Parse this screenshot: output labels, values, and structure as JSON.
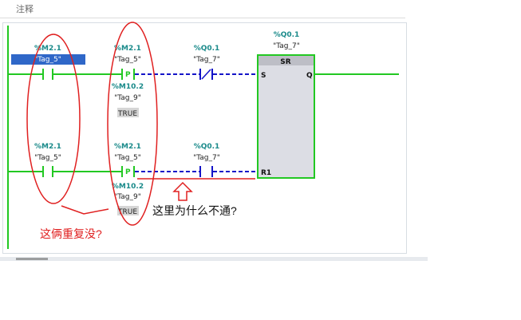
{
  "header": {
    "label": "注释"
  },
  "colors": {
    "power_rail": "#22c822",
    "energized": "#22c822",
    "not_energized": "#1414c8",
    "address": "#1a8a8a",
    "annotation_red": "#e02020",
    "selection_bg": "#2f67c8"
  },
  "network": {
    "rung1": {
      "contact1": {
        "address": "%M2.1",
        "tag": "\"Tag_5\"",
        "selected": true
      },
      "p_contact": {
        "address": "%M2.1",
        "tag": "\"Tag_5\"",
        "symbol": "P",
        "edge_address": "%M10.2",
        "edge_tag": "\"Tag_9\"",
        "state": "TRUE"
      },
      "nc_contact": {
        "address": "%Q0.1",
        "tag": "\"Tag_7\""
      }
    },
    "rung2": {
      "contact1": {
        "address": "%M2.1",
        "tag": "\"Tag_5\""
      },
      "p_contact": {
        "address": "%M2.1",
        "tag": "\"Tag_5\"",
        "symbol": "P",
        "edge_address": "%M10.2",
        "edge_tag": "\"Tag_9\"",
        "state": "TRUE"
      },
      "no_contact": {
        "address": "%Q0.1",
        "tag": "\"Tag_7\""
      }
    },
    "sr_block": {
      "address": "%Q0.1",
      "tag": "\"Tag_7\"",
      "name": "SR",
      "pin_s": "S",
      "pin_r1": "R1",
      "pin_q": "Q"
    }
  },
  "annotations": {
    "question_duplicate": "这俩重复没?",
    "question_why": "这里为什么不通?"
  }
}
